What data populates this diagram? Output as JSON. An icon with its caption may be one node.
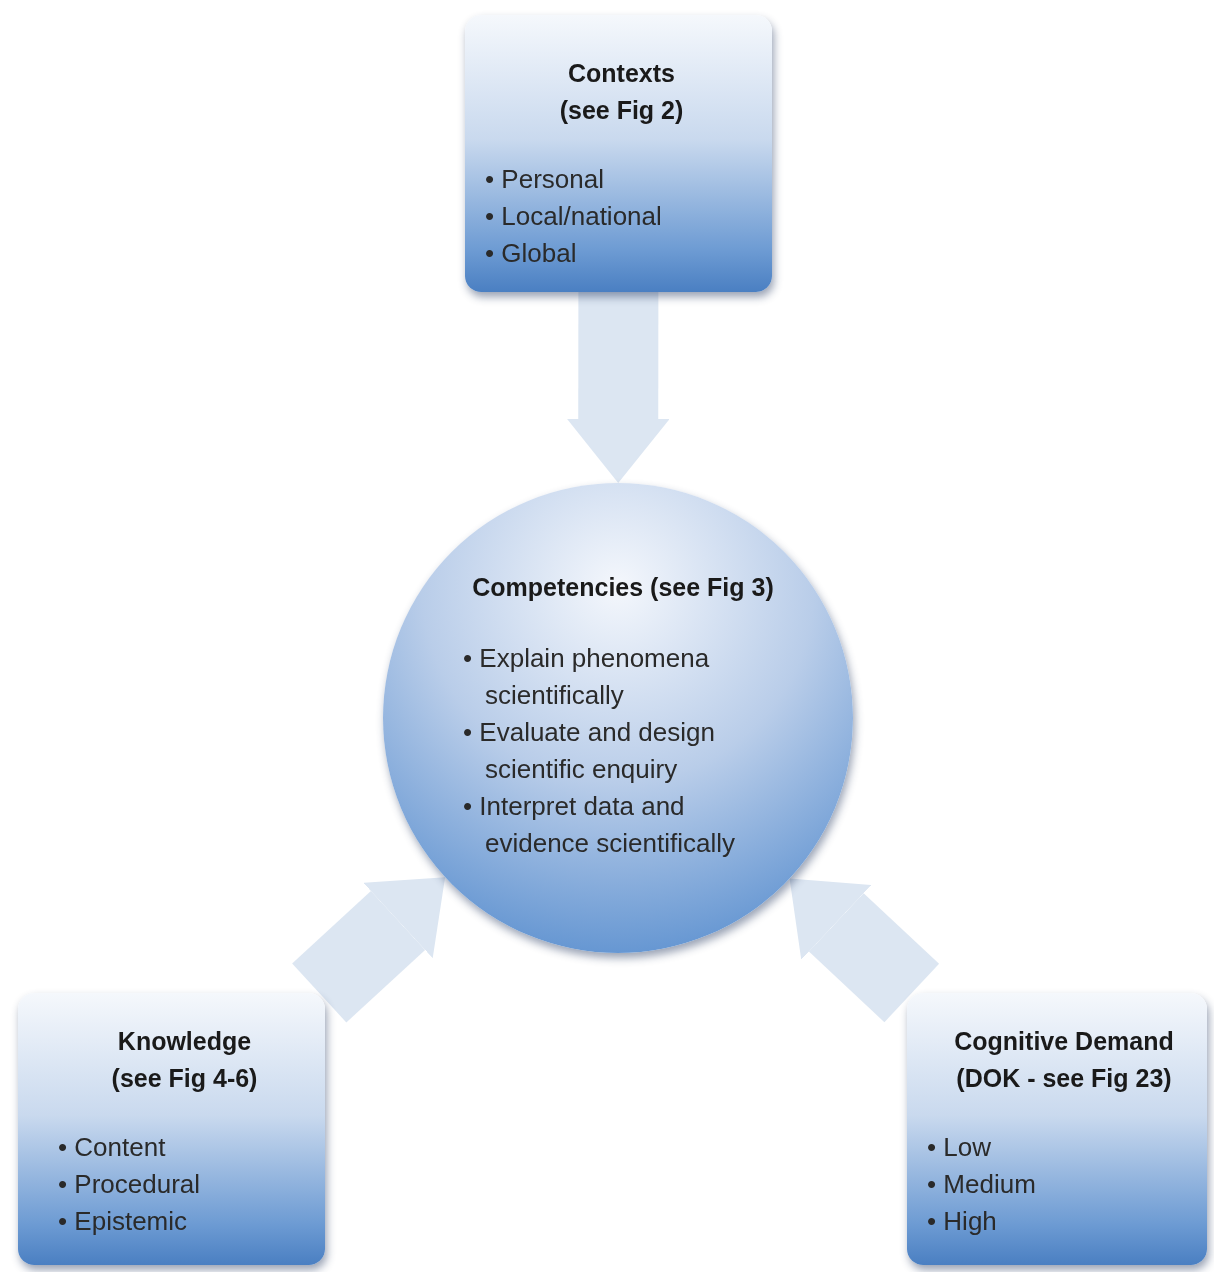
{
  "diagram": {
    "nodes": [
      {
        "text": [
          "Contexts (see Fig 2)",
          "• Personal",
          "• Local/national",
          "• Global"
        ]
      },
      {
        "text": [
          "Competencies (see Fig 3)",
          "• Explain phenomena scientifically",
          "• Evaluate and design scientific enquiry",
          "• Interpret data and evidence scientifically"
        ]
      },
      {
        "text": [
          "Knowledge (see Fig 4-6)",
          "• Content",
          "• Procedural",
          "• Epistemic"
        ]
      },
      {
        "text": [
          "Cognitive Demand (DOK - see Fig 23)",
          "• Low",
          "• Medium",
          "• High"
        ]
      }
    ],
    "edges": [
      {
        "from": 0,
        "to": 1,
        "arrow": "to"
      },
      {
        "from": 2,
        "to": 1,
        "arrow": "to"
      },
      {
        "from": 3,
        "to": 1,
        "arrow": "to"
      }
    ]
  }
}
